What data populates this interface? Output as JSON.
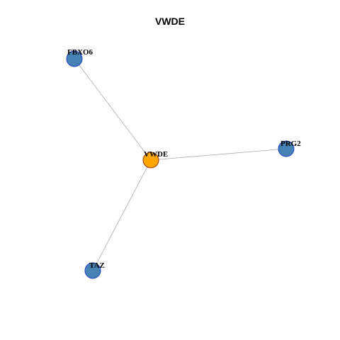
{
  "title": "VWDE",
  "graph": {
    "nodes": [
      {
        "id": "VWDE",
        "label": "VWDE",
        "role": "center",
        "color": "#FFA500"
      },
      {
        "id": "FBXO6",
        "label": "FBXO6",
        "role": "neighbor",
        "color": "#4682B4"
      },
      {
        "id": "PRG2",
        "label": "PRG2",
        "role": "neighbor",
        "color": "#4682B4"
      },
      {
        "id": "TAZ",
        "label": "TAZ",
        "role": "neighbor",
        "color": "#4682B4"
      }
    ],
    "edges": [
      {
        "from": "VWDE",
        "to": "FBXO6"
      },
      {
        "from": "VWDE",
        "to": "PRG2"
      },
      {
        "from": "VWDE",
        "to": "TAZ"
      }
    ]
  },
  "colors": {
    "node_border_center": "#8B3A00",
    "node_border_neighbor": "#1E3FCC",
    "edge": "#AAAAAA"
  }
}
